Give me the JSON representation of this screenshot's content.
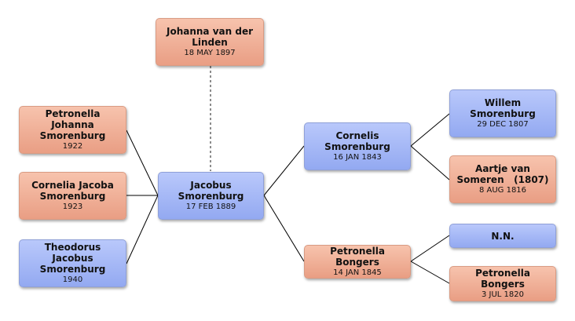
{
  "people": {
    "spouse": {
      "name": "Johanna van der Linden",
      "date": "18 MAY 1897",
      "sex": "female"
    },
    "child1": {
      "name": "Petronella Johanna Smorenburg",
      "date": "1922",
      "sex": "female"
    },
    "child2": {
      "name": "Cornelia Jacoba Smorenburg",
      "date": "1923",
      "sex": "female"
    },
    "child3": {
      "name": "Theodorus Jacobus Smorenburg",
      "date": "1940",
      "sex": "male"
    },
    "root": {
      "name": "Jacobus Smorenburg",
      "date": "17 FEB 1889",
      "sex": "male"
    },
    "father": {
      "name": "Cornelis Smorenburg",
      "date": "16 JAN 1843",
      "sex": "male"
    },
    "mother": {
      "name": "Petronella Bongers",
      "date": "14 JAN 1845",
      "sex": "female"
    },
    "pat_gf": {
      "name": "Willem Smorenburg",
      "date": "29 DEC 1807",
      "sex": "male"
    },
    "pat_gm": {
      "name": "Aartje van Someren   (1807)",
      "date": "8 AUG 1816",
      "sex": "female"
    },
    "mat_gf": {
      "name": "N.N.",
      "date": "",
      "sex": "male"
    },
    "mat_gm": {
      "name": "Petronella Bongers",
      "date": "3 JUL 1820",
      "sex": "female"
    }
  },
  "colors": {
    "male_fill": "#a3b6f6",
    "female_fill": "#f1b097",
    "connector": "#000000",
    "spouse_connector": "#666666"
  }
}
